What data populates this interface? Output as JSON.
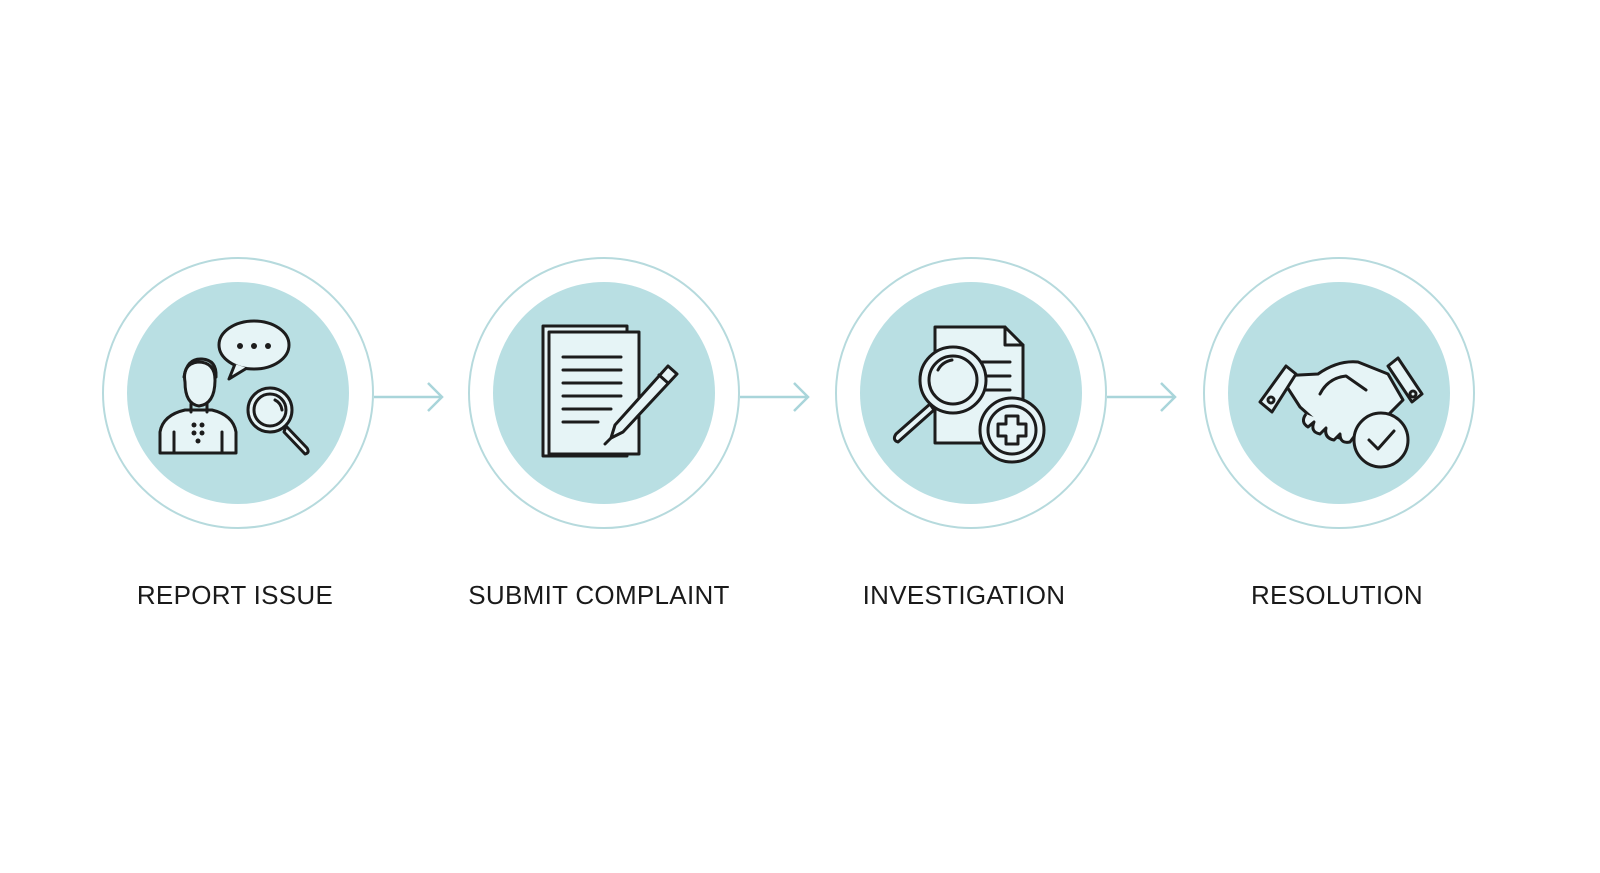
{
  "diagram": {
    "colors": {
      "ring": "#b6dadd",
      "disc": "#b9dfe3",
      "arrow": "#a9d5da",
      "text": "#1a1a1a"
    },
    "steps": [
      {
        "label": "REPORT ISSUE",
        "icon": "person-speech-magnifier-icon"
      },
      {
        "label": "SUBMIT COMPLAINT",
        "icon": "document-pen-icon"
      },
      {
        "label": "INVESTIGATION",
        "icon": "document-magnifier-plus-icon"
      },
      {
        "label": "RESOLUTION",
        "icon": "handshake-check-icon"
      }
    ]
  }
}
